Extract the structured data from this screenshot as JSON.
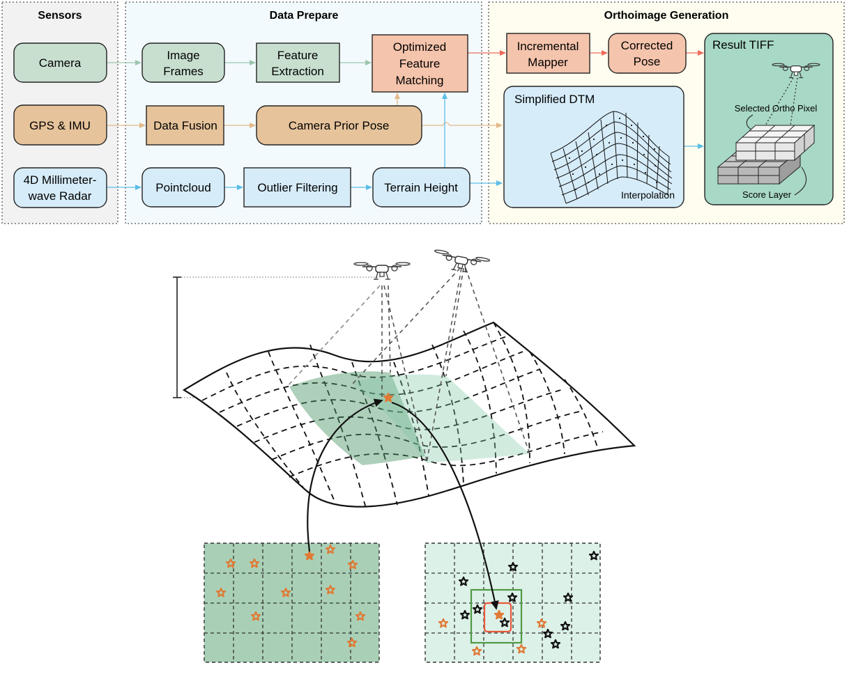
{
  "sections": {
    "sensors": "Sensors",
    "prepare": "Data Prepare",
    "ortho": "Orthoimage Generation"
  },
  "nodes": {
    "camera": [
      "Camera"
    ],
    "gps": [
      "GPS & IMU"
    ],
    "radar": [
      "4D Millimeter-",
      "wave Radar"
    ],
    "image_frames": [
      "Image",
      "Frames"
    ],
    "feature_extraction": [
      "Feature",
      "Extraction"
    ],
    "feature_matching": [
      "Optimized",
      "Feature",
      "Matching"
    ],
    "data_fusion": [
      "Data Fusion"
    ],
    "camera_prior": [
      "Camera Prior Pose"
    ],
    "pointcloud": [
      "Pointcloud"
    ],
    "outlier": [
      "Outlier Filtering"
    ],
    "terrain": [
      "Terrain Height"
    ],
    "mapper": [
      "Incremental",
      "Mapper"
    ],
    "corrected": [
      "Corrected",
      "Pose"
    ]
  },
  "panels": {
    "dtm_title": "Simplified DTM",
    "dtm_interp": "Interpolation",
    "tiff_title": "Result TIFF",
    "tiff_selected": "Selected Ortho Pixel",
    "tiff_score": "Score Layer"
  },
  "colors": {
    "green": "#c8dfd0",
    "tan": "#e6c39b",
    "salmon": "#f5c4ac",
    "blue": "#d6ecf9",
    "teal": "#9cd2c2",
    "tiff_bg": "#a8d8c6",
    "star_orange": "#e07a35",
    "arrow_red": "#ec6b5b",
    "arrow_tan": "#e3b887",
    "arrow_blue": "#5bbde6",
    "arrow_green": "#9cc5ad"
  },
  "icons": [
    "drone-icon",
    "star-icon"
  ]
}
